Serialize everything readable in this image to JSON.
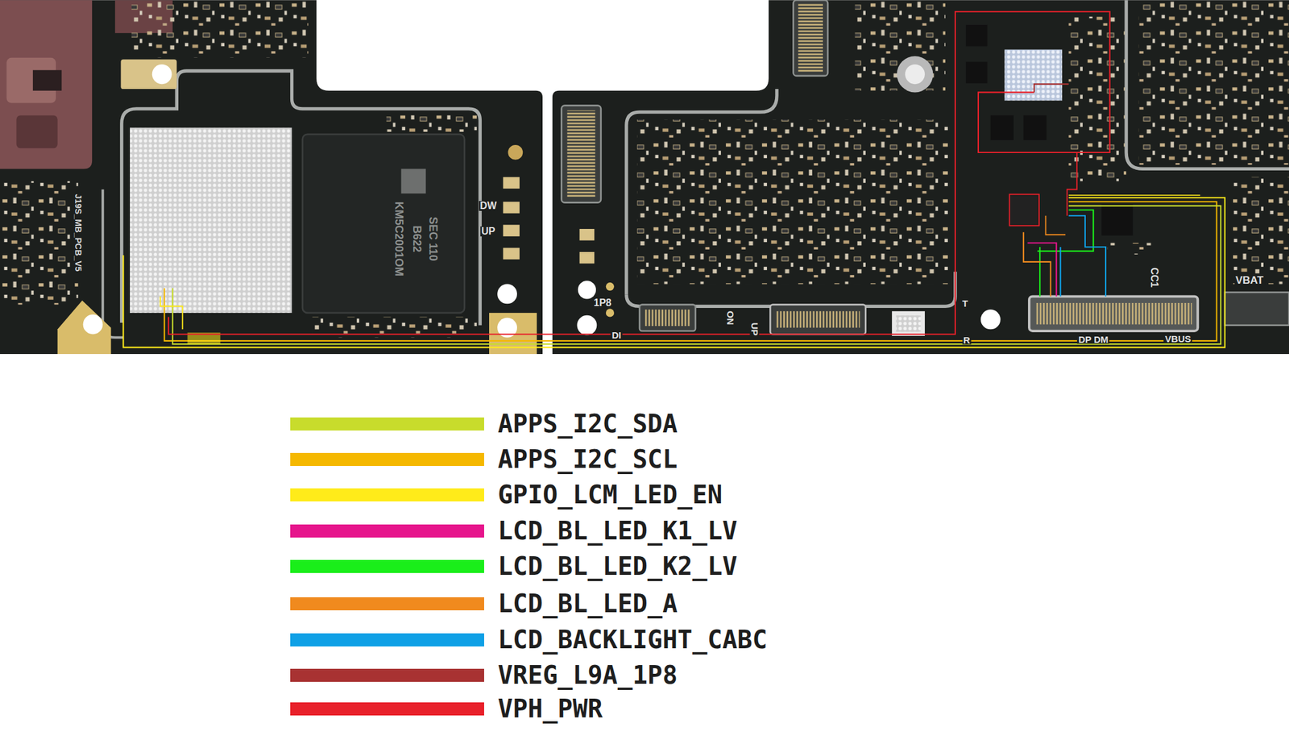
{
  "diagram": {
    "labels": [
      "J19S_MB_PCB_V5",
      "SEC 110",
      "B622",
      "KM5C2001OM",
      "DW",
      "UP",
      "1P8",
      "ON",
      "UP",
      "DI",
      "T",
      "R",
      "CC1",
      "VBAT",
      "DP DM",
      "VBUS"
    ],
    "legend": [
      {
        "text": "APPS_I2C_SDA",
        "color": "#c8dc2c"
      },
      {
        "text": "APPS_I2C_SCL",
        "color": "#f5b800"
      },
      {
        "text": "GPIO_LCM_LED_EN",
        "color": "#ffeb1a"
      },
      {
        "text": "LCD_BL_LED_K1_LV",
        "color": "#e6158c"
      },
      {
        "text": "LCD_BL_LED_K2_LV",
        "color": "#1aee1a"
      },
      {
        "text": "LCD_BL_LED_A",
        "color": "#f08a1e"
      },
      {
        "text": "LCD_BACKLIGHT_CABC",
        "color": "#0fa0e6"
      },
      {
        "text": "VREG_L9A_1P8",
        "color": "#a83232"
      },
      {
        "text": "VPH_PWR",
        "color": "#e8202a"
      }
    ]
  }
}
